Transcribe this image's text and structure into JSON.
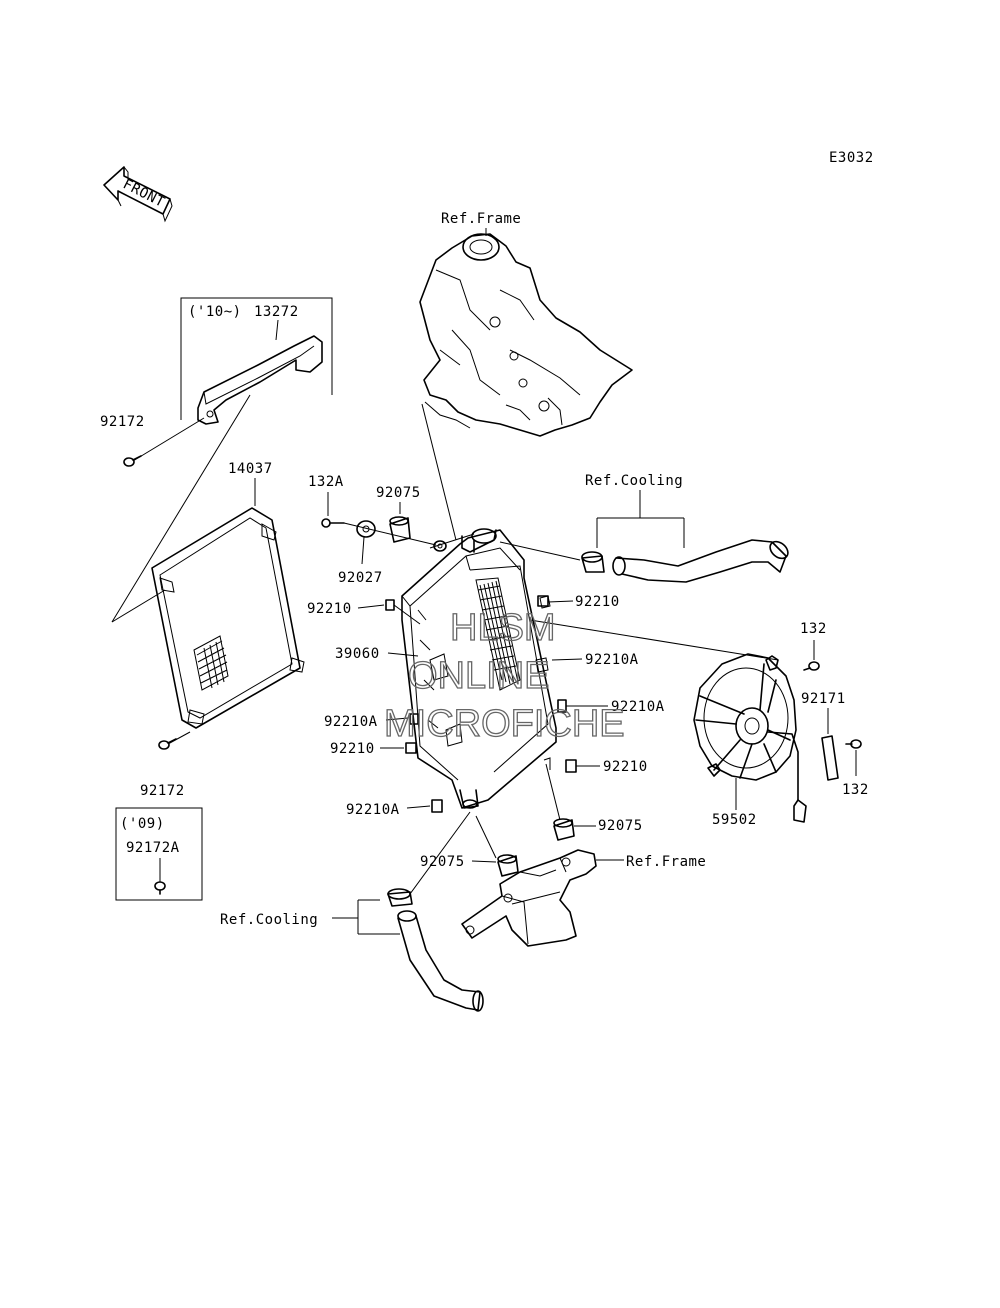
{
  "diagram_code": "E3032",
  "front_label": "FRONT",
  "watermark": [
    "HLSM",
    "ONLINE",
    "MICROFICHE"
  ],
  "labels": {
    "ref_frame_top": "Ref.Frame",
    "ref_frame_bottom": "Ref.Frame",
    "ref_cooling_top": "Ref.Cooling",
    "ref_cooling_bottom": "Ref.Cooling",
    "year_10": "('10~)",
    "year_09": "('09)",
    "p13272": "13272",
    "p92172_top": "92172",
    "p14037": "14037",
    "p92172_bottom": "92172",
    "p92172A": "92172A",
    "p132A": "132A",
    "p92075_top": "92075",
    "p92027": "92027",
    "p92210_left1": "92210",
    "p39060": "39060",
    "p92210A_left": "92210A",
    "p92210_left2": "92210",
    "p92210A_bottom": "92210A",
    "p92210_right1": "92210",
    "p92210A_right1": "92210A",
    "p92210A_right2": "92210A",
    "p92210_right2": "92210",
    "p92075_right": "92075",
    "p92075_bottom": "92075",
    "p132_top": "132",
    "p92171": "92171",
    "p132_bottom": "132",
    "p59502": "59502"
  }
}
